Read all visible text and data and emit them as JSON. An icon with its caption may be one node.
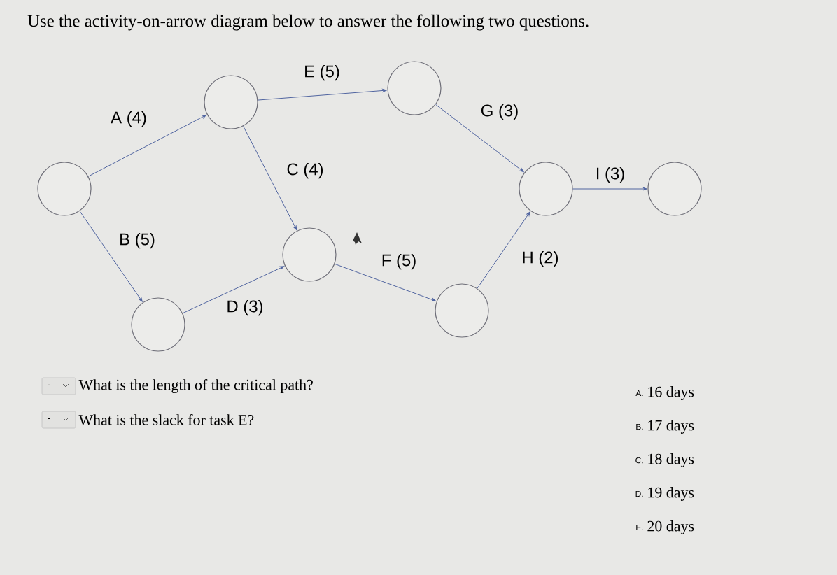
{
  "diagram": {
    "title": "Use the activity-on-arrow diagram below to answer the following two questions.",
    "nodes": [
      {
        "text": [],
        "shape": "circle"
      },
      {
        "text": [],
        "shape": "circle"
      },
      {
        "text": [],
        "shape": "circle"
      },
      {
        "text": [],
        "shape": "circle"
      },
      {
        "text": [],
        "shape": "circle"
      },
      {
        "text": [],
        "shape": "circle"
      },
      {
        "text": [],
        "shape": "circle"
      },
      {
        "text": [],
        "shape": "circle"
      }
    ],
    "edges": [
      {
        "from": 0,
        "to": 1,
        "arrow": "to",
        "label": "A (4)"
      },
      {
        "from": 1,
        "to": 2,
        "arrow": "to",
        "label": "E (5)"
      },
      {
        "from": 1,
        "to": 3,
        "arrow": "to",
        "label": "C (4)"
      },
      {
        "from": 0,
        "to": 4,
        "arrow": "to",
        "label": "B (5)"
      },
      {
        "from": 4,
        "to": 3,
        "arrow": "to",
        "label": "D (3)"
      },
      {
        "from": 3,
        "to": 5,
        "arrow": "to",
        "label": "F (5)"
      },
      {
        "from": 2,
        "to": 6,
        "arrow": "to",
        "label": "G (3)"
      },
      {
        "from": 5,
        "to": 6,
        "arrow": "to",
        "label": "H (2)"
      },
      {
        "from": 6,
        "to": 7,
        "arrow": "to",
        "label": "I (3)"
      }
    ],
    "labels": [
      "-",
      "What is the length of the critical path?",
      "-",
      "What is the slack for task E?",
      "A.",
      "16 days",
      "B.",
      "17 days",
      "C.",
      "18 days",
      "D.",
      "19 days",
      "E.",
      "20 days"
    ]
  }
}
